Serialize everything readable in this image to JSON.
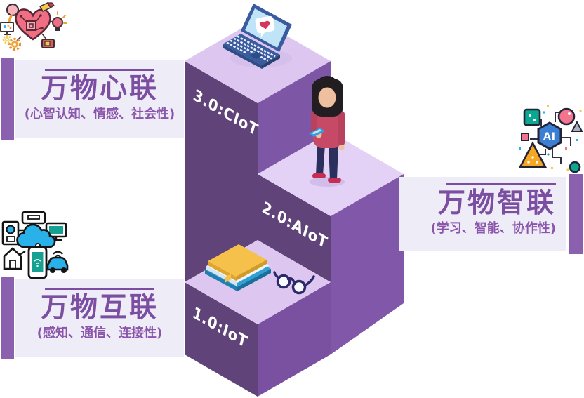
{
  "page": {
    "background": "#ffffff"
  },
  "callouts": {
    "mind": {
      "title": "万物心联",
      "subtitle": "(心智认知、情感、社会性)"
    },
    "inter": {
      "title": "万物互联",
      "subtitle": "(感知、通信、连接性)"
    },
    "smart": {
      "title": "万物智联",
      "subtitle": "(学习、智能、协作性)"
    }
  },
  "steps": [
    {
      "label": "1.0:IoT"
    },
    {
      "label": "2.0:AIoT"
    },
    {
      "label": "3.0:CIoT"
    }
  ],
  "icons": {
    "heart_circuit": "heart-circuit-icon",
    "iot_cloud": "iot-cloud-icon",
    "ai_hexagon": "ai-hexagon-icon",
    "ai_badge": "AI",
    "laptop": "laptop-icon",
    "person": "person-figure",
    "book": "book-icon",
    "glasses": "glasses-icon"
  },
  "colors": {
    "face_front_dark": "#5f4379",
    "face_right": "#8158a9",
    "face_right_near": "#7951a0",
    "face_top": "#ddc7f0",
    "callout_bg": "#eeedf7",
    "callout_bar": "#8b60ae",
    "title_text": "#7c4ea1",
    "subtitle_text": "#8a55ab",
    "step_text": "#ffffff",
    "accent_blue": "#29b2e9",
    "accent_teal": "#0aa890",
    "accent_pink": "#f2758d",
    "accent_yellow": "#f6c14b",
    "sweater_red": "#c64a66"
  }
}
